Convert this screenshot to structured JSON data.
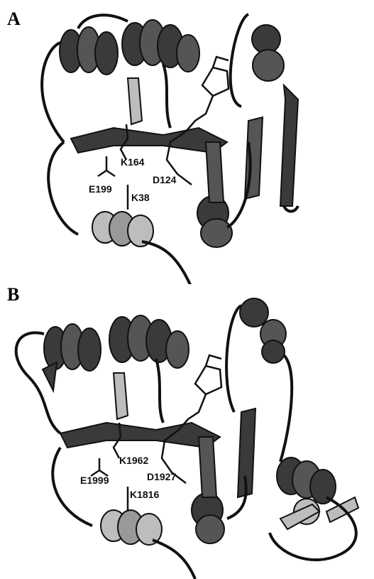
{
  "figure": {
    "panels": [
      {
        "letter": "A",
        "residues": [
          "K164",
          "D124",
          "E199",
          "K38"
        ]
      },
      {
        "letter": "B",
        "residues": [
          "K1962",
          "D1927",
          "E1999",
          "K1816"
        ]
      }
    ]
  },
  "colors": {
    "background": "#ffffff",
    "ribbon_dark": "#3a3a3a",
    "ribbon_light": "#bdbdbd",
    "ribbon_outline": "#111111",
    "text": "#111111"
  }
}
